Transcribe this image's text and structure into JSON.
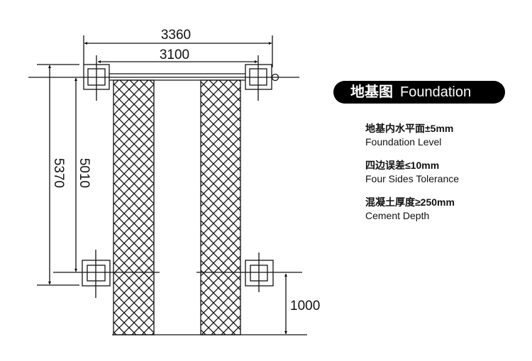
{
  "dimensions": {
    "outer_width": "3360",
    "inner_width": "3100",
    "outer_length": "5370",
    "inner_length": "5010",
    "ramp_offset": "1000"
  },
  "legend": {
    "title_cn": "地基图",
    "title_en": "Foundation"
  },
  "specs": [
    {
      "cn": "地基内水平面±5mm",
      "en": "Foundation Level"
    },
    {
      "cn": "四边误差≤10mm",
      "en": "Four Sides Tolerance"
    },
    {
      "cn": "混凝土厚度≥250mm",
      "en": "Cement Depth"
    }
  ]
}
